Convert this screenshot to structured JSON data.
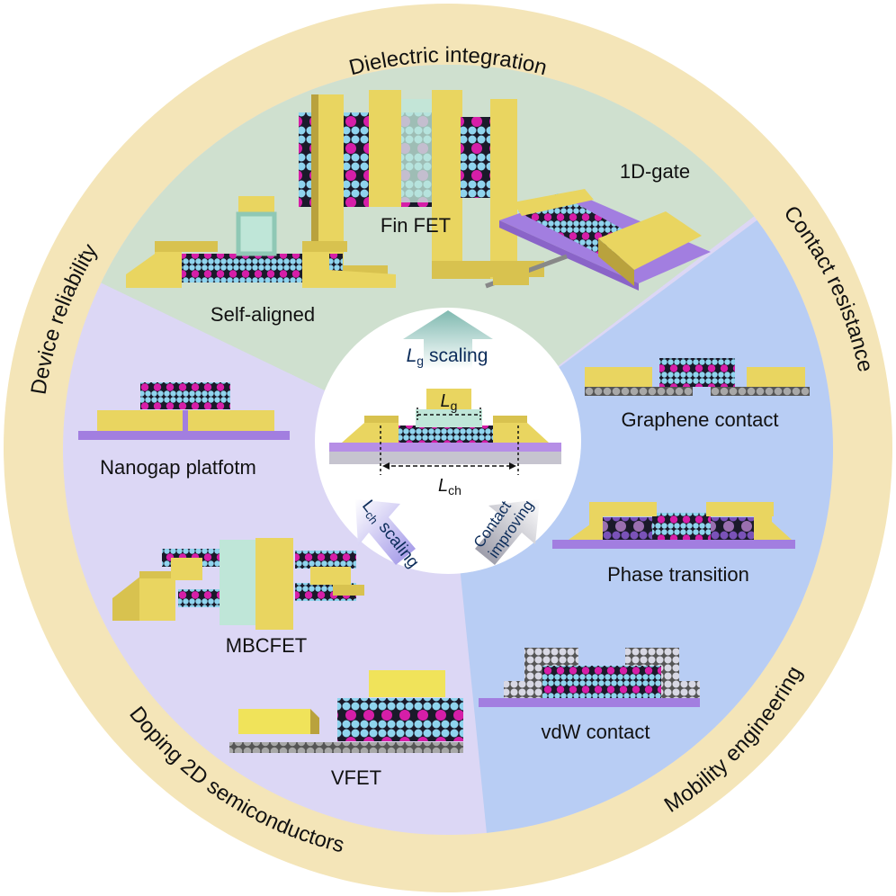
{
  "title": "Strategies for 2D semiconductor transistor scaling",
  "colors": {
    "outer_ring": "#f4e5b8",
    "top_sector": "#cfe0cf",
    "right_sector": "#b8cdf4",
    "left_sector": "#dcd7f5",
    "center_disc": "#ffffff",
    "metal": "#e9d560",
    "metal_dark": "#b9a23d",
    "substrate": "#a27ee0",
    "oxide": "#bfe6d8",
    "chalcogen": "#8fd4ee",
    "metal_atom": "#d61ea8",
    "graphene": "#8a8a8a"
  },
  "outer_ring_labels": {
    "top": "Dielectric integration",
    "right_upper": "Contact resistance",
    "right_lower": "Mobility engineering",
    "left_lower": "Doping 2D semiconductors",
    "left_upper": "Device reliability"
  },
  "sectors": {
    "top": {
      "theme": "Lg scaling",
      "devices": [
        {
          "label": "Fin FET"
        },
        {
          "label": "1D-gate"
        },
        {
          "label": "Self-aligned"
        }
      ]
    },
    "right": {
      "theme": "Contact improving",
      "devices": [
        {
          "label": "Graphene contact"
        },
        {
          "label": "Phase transition"
        },
        {
          "label": "vdW contact"
        }
      ]
    },
    "left": {
      "theme": "Lch scaling",
      "devices": [
        {
          "label": "Nanogap platfotm"
        },
        {
          "label": "MBCFET"
        },
        {
          "label": "VFET"
        }
      ]
    }
  },
  "center": {
    "lg_arrow": {
      "symbol": "L",
      "subscript": "g",
      "text": "scaling"
    },
    "lch_arrow": {
      "symbol": "L",
      "subscript": "ch",
      "text": "scaling"
    },
    "contact_arrow": {
      "line1": "Contact",
      "line2": "improving"
    },
    "gate_length": {
      "symbol": "L",
      "subscript": "g"
    },
    "channel_length": {
      "symbol": "L",
      "subscript": "ch"
    }
  }
}
